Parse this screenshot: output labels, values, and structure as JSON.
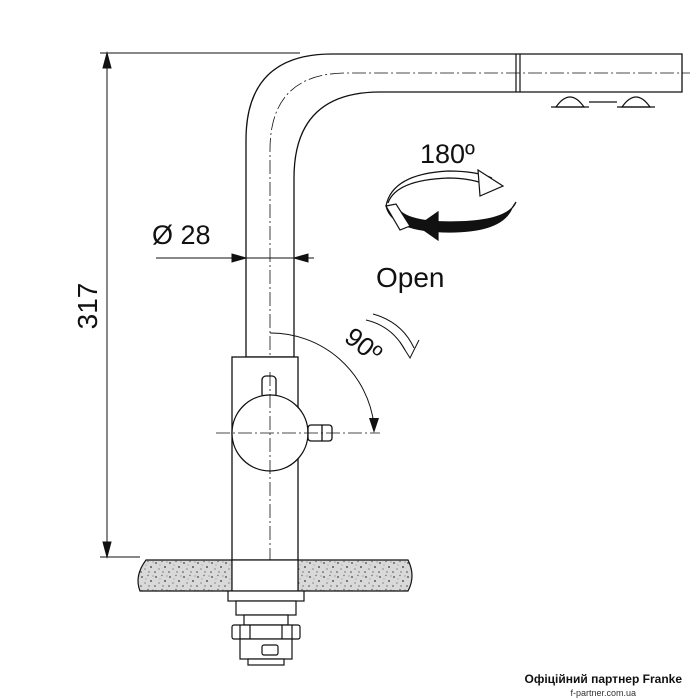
{
  "dimensions": {
    "height": "317",
    "diameter": "Ø 28"
  },
  "rotations": {
    "spout": "180º",
    "lever": "90º"
  },
  "lever_label": "Open",
  "footer": {
    "partner": "Офіційний партнер Franke",
    "site": "f-partner.com.ua"
  }
}
